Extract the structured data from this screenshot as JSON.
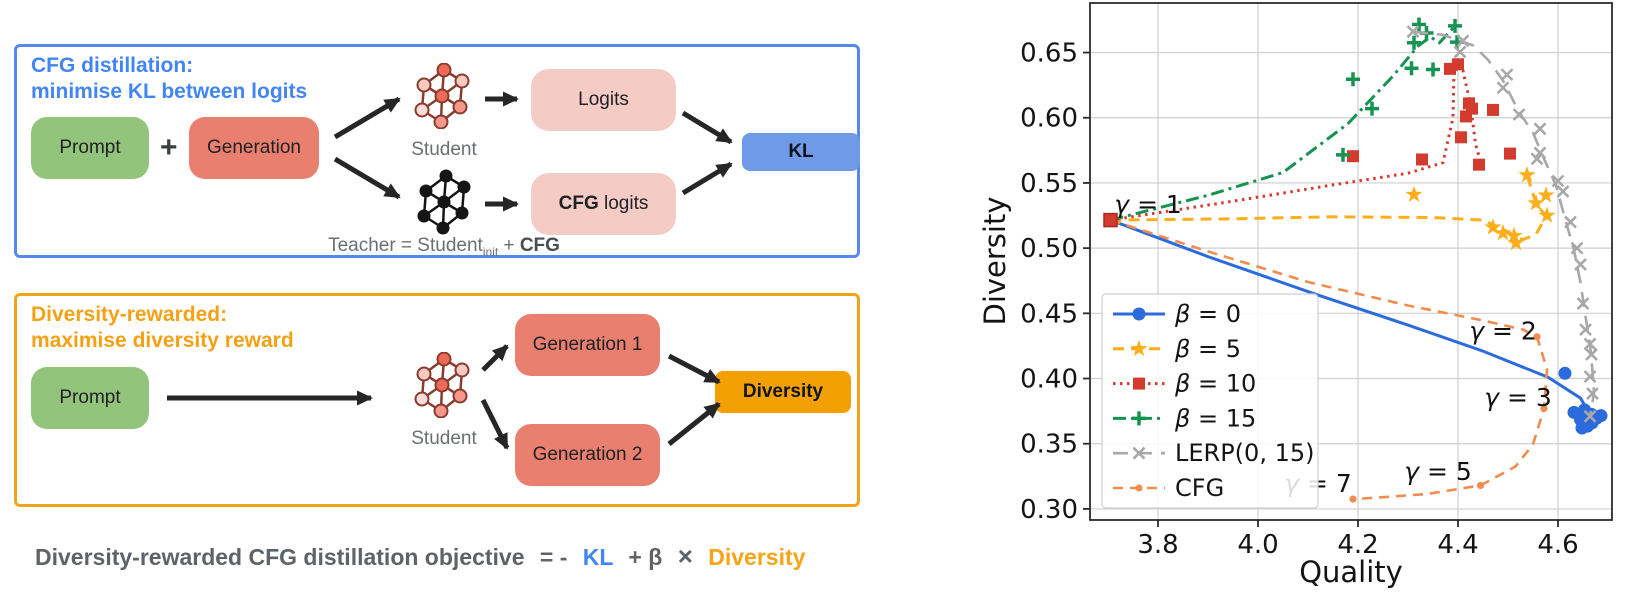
{
  "diagram": {
    "panel1": {
      "title_line1": "CFG distillation:",
      "title_line2": "minimise KL between logits",
      "prompt": "Prompt",
      "plus": "+",
      "generation": "Generation",
      "student_label": "Student",
      "teacher_prefix": "Teacher = Student",
      "teacher_sub": "init",
      "teacher_plus": " + ",
      "teacher_cfg": "CFG",
      "logits": "Logits",
      "cfg_logits_bold": "CFG",
      "cfg_logits_rest": " logits",
      "kl": "KL"
    },
    "panel2": {
      "title_line1": "Diversity-rewarded:",
      "title_line2": "maximise diversity reward",
      "prompt": "Prompt",
      "student_label": "Student",
      "generation1": "Generation 1",
      "generation2": "Generation 2",
      "diversity": "Diversity"
    },
    "caption": {
      "lead": "Diversity-rewarded CFG distillation objective",
      "eq": "= -",
      "kl": "KL",
      "plus": "+ β",
      "times": "×",
      "diversity": "Diversity"
    },
    "colors": {
      "blue_border": "#5489ee",
      "blue_title": "#4285f4",
      "orange_border": "#f2a31c",
      "orange_title": "#f5a115",
      "prompt_green": "#92c47c",
      "generation_salmon": "#e9806f",
      "logits_pink": "#f5cbc6",
      "kl_blue": "#6f9ae8",
      "diversity_orange": "#f2a004"
    }
  },
  "chart_data": {
    "type": "line",
    "xlabel": "Quality",
    "ylabel": "Diversity",
    "xlim": [
      3.664,
      4.708
    ],
    "ylim": [
      0.2915,
      0.688
    ],
    "xticks": [
      3.8,
      4.0,
      4.2,
      4.4,
      4.6
    ],
    "yticks": [
      0.3,
      0.35,
      0.4,
      0.45,
      0.5,
      0.55,
      0.6,
      0.65
    ],
    "grid": true,
    "legend_position": "lower-left",
    "start_marker": {
      "x": 3.705,
      "y": 0.5215,
      "color": "#d23b2d"
    },
    "series": [
      {
        "name": "beta-0",
        "label_math": "β",
        "label_rest": " = 0",
        "color": "#2b6bdb",
        "dash": "",
        "width": 3,
        "marker": "circle",
        "line": [
          [
            3.705,
            0.5215
          ],
          [
            3.9,
            0.4935
          ],
          [
            4.12,
            0.464
          ],
          [
            4.3,
            0.441
          ],
          [
            4.45,
            0.421
          ],
          [
            4.58,
            0.401
          ],
          [
            4.645,
            0.385
          ],
          [
            4.663,
            0.373
          ]
        ],
        "points": [
          [
            4.614,
            0.404
          ],
          [
            4.632,
            0.374
          ],
          [
            4.645,
            0.3685
          ],
          [
            4.653,
            0.376
          ],
          [
            4.659,
            0.3635
          ],
          [
            4.667,
            0.3725
          ],
          [
            4.677,
            0.3695
          ],
          [
            4.686,
            0.3715
          ],
          [
            4.648,
            0.362
          ],
          [
            4.668,
            0.366
          ]
        ]
      },
      {
        "name": "beta-5",
        "label_math": "β",
        "label_rest": " = 5",
        "color": "#fcaf1b",
        "dash": "11 7",
        "width": 3,
        "marker": "star",
        "line": [
          [
            3.705,
            0.5215
          ],
          [
            3.95,
            0.5225
          ],
          [
            4.15,
            0.524
          ],
          [
            4.35,
            0.5235
          ],
          [
            4.45,
            0.5215
          ],
          [
            4.49,
            0.5145
          ],
          [
            4.513,
            0.5095
          ],
          [
            4.53,
            0.5065
          ],
          [
            4.556,
            0.5105
          ],
          [
            4.576,
            0.5245
          ],
          [
            4.556,
            0.5345
          ],
          [
            4.538,
            0.556
          ]
        ],
        "points": [
          [
            4.312,
            0.541
          ],
          [
            4.538,
            0.556
          ],
          [
            4.576,
            0.5405
          ],
          [
            4.556,
            0.5345
          ],
          [
            4.578,
            0.525
          ],
          [
            4.47,
            0.516
          ],
          [
            4.49,
            0.5115
          ],
          [
            4.512,
            0.5095
          ],
          [
            4.516,
            0.504
          ]
        ]
      },
      {
        "name": "beta-10",
        "label_math": "β",
        "label_rest": " = 10",
        "color": "#d23b2d",
        "dash": "2.5 4.5",
        "width": 3,
        "marker": "square",
        "line": [
          [
            3.705,
            0.5215
          ],
          [
            3.95,
            0.536
          ],
          [
            4.15,
            0.5485
          ],
          [
            4.3,
            0.5575
          ],
          [
            4.37,
            0.5655
          ],
          [
            4.39,
            0.6
          ],
          [
            4.392,
            0.6375
          ],
          [
            4.41,
            0.636
          ],
          [
            4.425,
            0.61
          ],
          [
            4.435,
            0.58
          ],
          [
            4.447,
            0.5635
          ]
        ],
        "points": [
          [
            4.19,
            0.5705
          ],
          [
            4.328,
            0.568
          ],
          [
            4.406,
            0.585
          ],
          [
            4.384,
            0.6375
          ],
          [
            4.4,
            0.641
          ],
          [
            4.422,
            0.611
          ],
          [
            4.428,
            0.607
          ],
          [
            4.416,
            0.601
          ],
          [
            4.47,
            0.606
          ],
          [
            4.504,
            0.5725
          ],
          [
            4.442,
            0.564
          ]
        ]
      },
      {
        "name": "beta-15",
        "label_math": "β",
        "label_rest": " = 15",
        "color": "#169253",
        "dash": "13 5 3 5",
        "width": 3,
        "marker": "plus",
        "line": [
          [
            3.705,
            0.5215
          ],
          [
            3.9,
            0.5405
          ],
          [
            4.05,
            0.558
          ],
          [
            4.18,
            0.5955
          ],
          [
            4.27,
            0.632
          ],
          [
            4.32,
            0.655
          ],
          [
            4.345,
            0.662
          ],
          [
            4.363,
            0.6575
          ],
          [
            4.394,
            0.6705
          ]
        ],
        "points": [
          [
            4.17,
            0.5715
          ],
          [
            4.19,
            0.6295
          ],
          [
            4.228,
            0.607
          ],
          [
            4.307,
            0.638
          ],
          [
            4.35,
            0.637
          ],
          [
            4.312,
            0.6575
          ],
          [
            4.322,
            0.6715
          ],
          [
            4.337,
            0.665
          ],
          [
            4.394,
            0.6705
          ],
          [
            4.398,
            0.658
          ]
        ]
      },
      {
        "name": "lerp-0-15",
        "label_math": "",
        "label_rest": "LERP(0, 15)",
        "color": "#a8a8a8",
        "dash": "15 9",
        "width": 2.6,
        "marker": "x",
        "line": [
          [
            4.31,
            0.666
          ],
          [
            4.37,
            0.6635
          ],
          [
            4.43,
            0.6555
          ],
          [
            4.46,
            0.6445
          ],
          [
            4.49,
            0.6285
          ],
          [
            4.522,
            0.6045
          ],
          [
            4.55,
            0.5885
          ],
          [
            4.572,
            0.5685
          ],
          [
            4.596,
            0.548
          ],
          [
            4.615,
            0.5215
          ],
          [
            4.632,
            0.4985
          ],
          [
            4.645,
            0.4735
          ],
          [
            4.655,
            0.4475
          ],
          [
            4.664,
            0.4265
          ],
          [
            4.669,
            0.4055
          ],
          [
            4.672,
            0.389
          ],
          [
            4.664,
            0.371
          ]
        ],
        "points": [
          [
            4.31,
            0.666
          ],
          [
            4.404,
            0.6505
          ],
          [
            4.41,
            0.659
          ],
          [
            4.498,
            0.633
          ],
          [
            4.49,
            0.623
          ],
          [
            4.522,
            0.6025
          ],
          [
            4.564,
            0.5915
          ],
          [
            4.564,
            0.573
          ],
          [
            4.558,
            0.5685
          ],
          [
            4.6,
            0.5515
          ],
          [
            4.61,
            0.5435
          ],
          [
            4.625,
            0.52
          ],
          [
            4.638,
            0.5
          ],
          [
            4.645,
            0.4875
          ],
          [
            4.65,
            0.4575
          ],
          [
            4.655,
            0.4375
          ],
          [
            4.664,
            0.4265
          ],
          [
            4.667,
            0.4185
          ],
          [
            4.664,
            0.4015
          ],
          [
            4.669,
            0.3885
          ],
          [
            4.664,
            0.371
          ]
        ]
      },
      {
        "name": "cfg",
        "label_math": "",
        "label_rest": "CFG",
        "color": "#f28b4e",
        "dash": "10 7",
        "width": 2.6,
        "marker": "dot",
        "line": [
          [
            3.705,
            0.5215
          ],
          [
            3.9,
            0.4975
          ],
          [
            4.1,
            0.474
          ],
          [
            4.3,
            0.456
          ],
          [
            4.45,
            0.4445
          ],
          [
            4.53,
            0.4375
          ],
          [
            4.558,
            0.432
          ],
          [
            4.578,
            0.407
          ],
          [
            4.572,
            0.377
          ],
          [
            4.55,
            0.3495
          ],
          [
            4.515,
            0.3325
          ],
          [
            4.445,
            0.318
          ],
          [
            4.34,
            0.3115
          ],
          [
            4.25,
            0.309
          ],
          [
            4.19,
            0.3075
          ]
        ],
        "points": [
          [
            4.558,
            0.432
          ],
          [
            4.572,
            0.377
          ],
          [
            4.445,
            0.318
          ],
          [
            4.19,
            0.3075
          ]
        ]
      }
    ],
    "annotations": [
      {
        "math": "γ",
        "rest": " = 1",
        "x": 3.78,
        "y": 0.534,
        "color": "#111111"
      },
      {
        "math": "γ",
        "rest": " = 2",
        "x": 4.49,
        "y": 0.437,
        "color": "#111111"
      },
      {
        "math": "γ",
        "rest": " = 3",
        "x": 4.52,
        "y": 0.386,
        "color": "#111111"
      },
      {
        "math": "γ",
        "rest": " = 5",
        "x": 4.36,
        "y": 0.329,
        "color": "#111111"
      },
      {
        "math": "γ",
        "rest": " = 7",
        "x": 4.12,
        "y": 0.32,
        "color": "#111111"
      }
    ]
  }
}
